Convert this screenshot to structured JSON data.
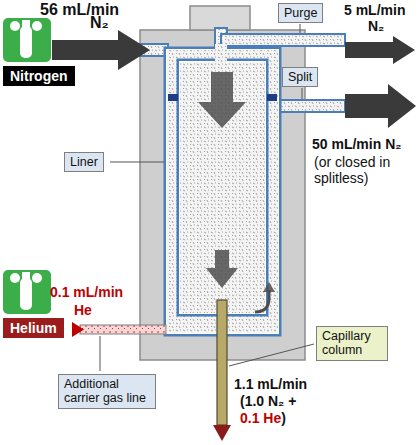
{
  "diagram": {
    "nodes": [
      {
        "text": [
          "Purge"
        ]
      },
      {
        "text": [
          "Nitrogen"
        ]
      },
      {
        "text": [
          "Split"
        ]
      },
      {
        "text": [
          "Liner"
        ]
      },
      {
        "text": [
          "Helium"
        ]
      },
      {
        "text": [
          "Capillary column"
        ]
      },
      {
        "text": [
          "Additional carrier gas line"
        ]
      }
    ],
    "labels": [
      "56 mL/min",
      "N₂",
      "5 mL/min",
      "N₂",
      "50 mL/min N₂",
      "(or closed in splitless)",
      "0.1 mL/min",
      "He",
      "1.1 mL/min",
      "(1.0 N₂ +",
      "0.1 He",
      ")"
    ]
  }
}
